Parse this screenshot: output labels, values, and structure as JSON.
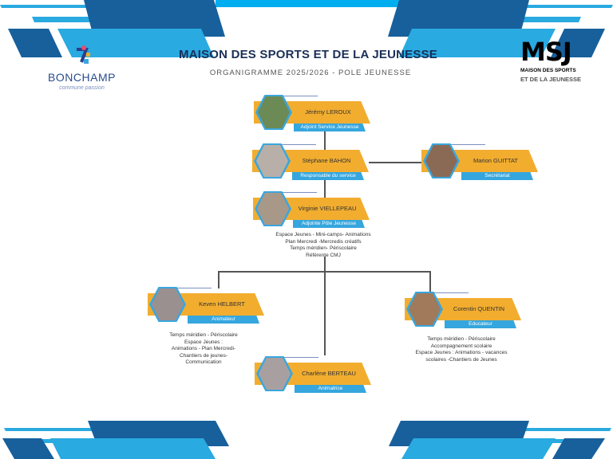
{
  "header": {
    "title": "MAISON DES SPORTS ET DE LA JEUNESSE",
    "subtitle": "ORGANIGRAMME 2025/2026 -  POLE JEUNESSE"
  },
  "logos": {
    "bonchamp_name": "BONCHAMP",
    "bonchamp_tagline": "commune passion",
    "msj_short": "MSJ",
    "msj_line1": "MAISON DES SPORTS",
    "msj_line2": "ET DE LA JEUNESSE"
  },
  "colors": {
    "orange": "#f2ad2f",
    "blue": "#35a6de",
    "navy": "#17609c",
    "title": "#1a2f57"
  },
  "people": [
    {
      "name": "Jérémy LEROUX",
      "role": "Adjoint Service Jeunesse",
      "photo": "#6b8a55"
    },
    {
      "name": "Stéphane BAHON",
      "role": "Responsable du service",
      "photo": "#b8b0a8"
    },
    {
      "name": "Marion GUITTAT",
      "role": "Secrétariat",
      "photo": "#8a6a55"
    },
    {
      "name": "Virginie VIELLEPEAU",
      "role": "Adjointe Pôle Jeunesse",
      "photo": "#a89888",
      "desc": [
        "Espace Jeunes - Mini-camps- Animations",
        "Plan Mercredi -Mercredis créatifs",
        "Temps méridien- Périscolaire",
        "Référente CMJ"
      ]
    },
    {
      "name": "Keven HELBERT",
      "role": "Animateur",
      "photo": "#9a9090",
      "desc": [
        "Temps méridien - Périscolaire",
        "Espace Jeunes :",
        "Animations - Plan Mercredi-",
        "Chantiers de jeunes-",
        "Communication"
      ]
    },
    {
      "name": "Corentin QUENTIN",
      "role": "Educateur",
      "photo": "#a07a5a",
      "desc": [
        "Temps méridien - Périscolaire",
        "Accompagnement scolaire",
        "Espace Jeunes :  Animations - vacances",
        "scolaires -Chantiers de Jeunes"
      ]
    },
    {
      "name": "Charlène BERTEAU",
      "role": "Animatrice",
      "photo": "#a8a0a0"
    }
  ]
}
